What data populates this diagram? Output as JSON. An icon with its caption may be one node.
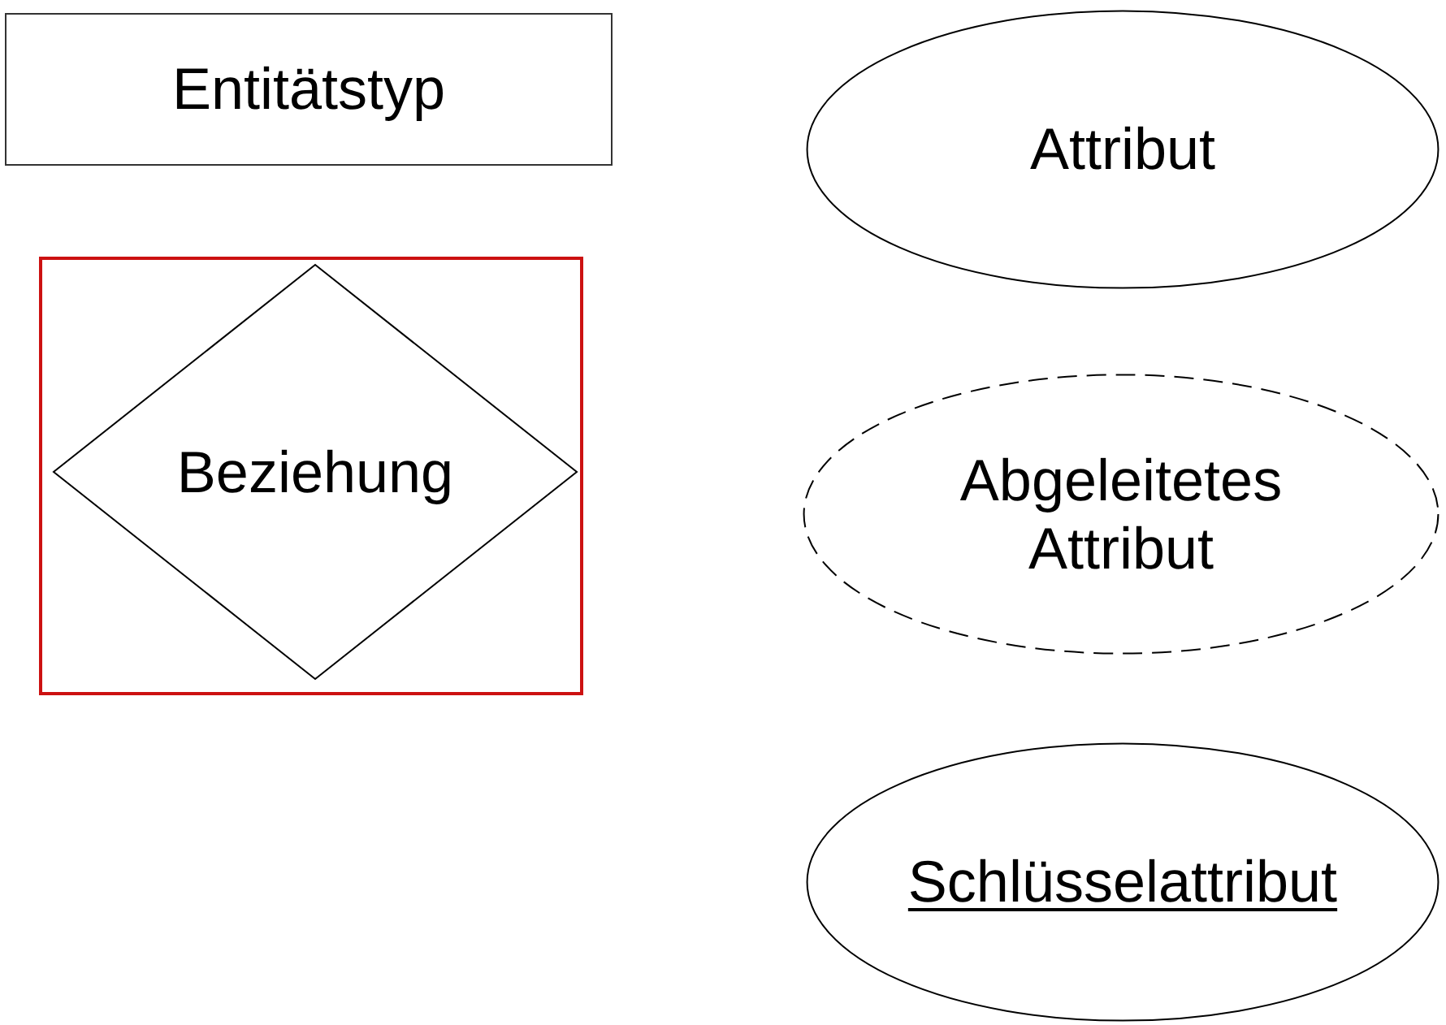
{
  "diagram": {
    "nodes": [
      {
        "text": [
          "Entitätstyp"
        ]
      },
      {
        "text": [
          "Attribut"
        ]
      },
      {
        "text": [],
        "shape": "box"
      },
      {
        "text": [
          "Beziehung"
        ],
        "in": 2
      },
      {
        "text": [
          "Abgeleitetes Attribut"
        ]
      },
      {
        "text": [
          "Schlüsselattribut"
        ]
      }
    ]
  }
}
